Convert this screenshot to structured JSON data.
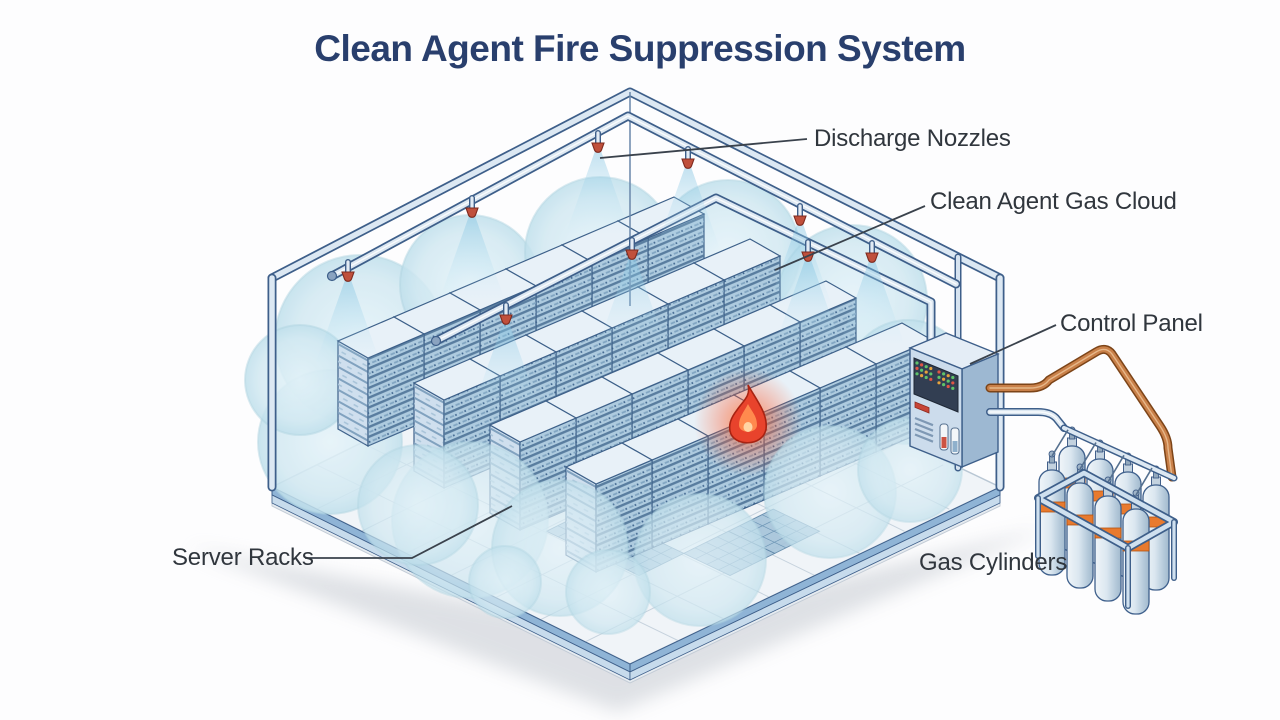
{
  "title": "Clean Agent Fire Suppression System",
  "labels": {
    "discharge_nozzles": "Discharge Nozzles",
    "gas_cloud": "Clean Agent Gas Cloud",
    "control_panel": "Control Panel",
    "server_racks": "Server Racks",
    "gas_cylinders": "Gas Cylinders"
  },
  "scene": {
    "nozzle_count": 9,
    "gas_cylinder_count": 8,
    "server_rack_rows": 4,
    "fire_present": true
  },
  "colors": {
    "background": "#fdfdfe",
    "title_text": "#293f6d",
    "label_text": "#30363d",
    "leader_line": "#3a424c",
    "room_frame": "#3e5f8a",
    "steel_pipe": "#dde8f2",
    "copper_pipe": "#c98049",
    "nozzle": "#c0503c",
    "rack_face": "#aecbdf",
    "rack_face_light": "#cfdfee",
    "rack_top": "#e8f1f8",
    "cloud": "#d2e9f2",
    "spray": "#9fcfe4",
    "fire_red": "#e8432c",
    "fire_orange": "#ff8a4e",
    "cylinder_band": "#e87a2e",
    "cylinder_body": "#d5e2ec",
    "floor": "#f0f4f8",
    "floor_band": "#8fb4d6",
    "shadow": "#b9bfc7"
  }
}
